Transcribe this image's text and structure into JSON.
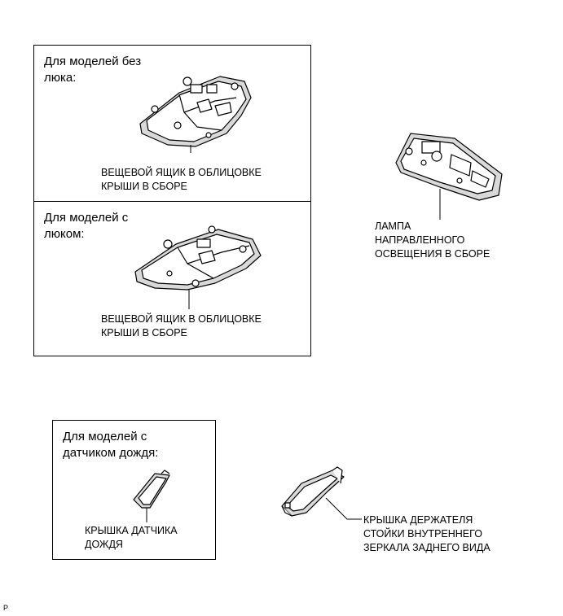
{
  "panels": {
    "no_sunroof": {
      "title_line1": "Для моделей без",
      "title_line2": "люка:",
      "caption_line1": "ВЕЩЕВОЙ ЯЩИК В ОБЛИЦОВКЕ",
      "caption_line2": "КРЫШИ В СБОРЕ"
    },
    "with_sunroof": {
      "title_line1": "Для моделей с",
      "title_line2": "люком:",
      "caption_line1": "ВЕЩЕВОЙ ЯЩИК В ОБЛИЦОВКЕ",
      "caption_line2": "КРЫШИ В СБОРЕ"
    },
    "rain_sensor": {
      "title_line1": "Для моделей с",
      "title_line2": "датчиком дождя:",
      "caption_line1": "КРЫШКА ДАТЧИКА",
      "caption_line2": "ДОЖДЯ"
    }
  },
  "parts": {
    "map_lamp": {
      "line1": "ЛАМПА",
      "line2": "НАПРАВЛЕННОГО",
      "line3": "ОСВЕЩЕНИЯ В СБОРЕ"
    },
    "mirror_cover": {
      "line1": "КРЫШКА ДЕРЖАТЕЛЯ",
      "line2": "СТОЙКИ ВНУТРЕННЕГО",
      "line3": "ЗЕРКАЛА ЗАДНЕГО ВИДА"
    }
  },
  "footer": {
    "code": "P"
  }
}
